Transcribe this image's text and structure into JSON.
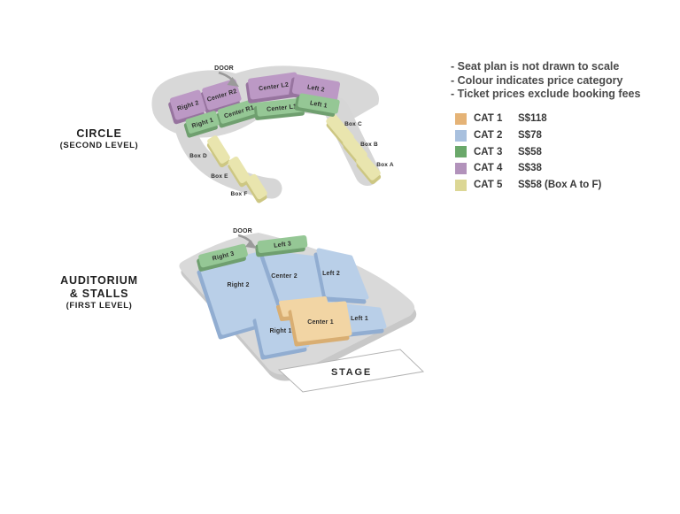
{
  "notes": {
    "line1": "- Seat plan is not drawn to scale",
    "line2": "- Colour indicates price category",
    "line3": "- Ticket prices exclude booking fees"
  },
  "legend": {
    "items": [
      {
        "label": "CAT 1",
        "price": "S$118",
        "color": "#e5b376"
      },
      {
        "label": "CAT 2",
        "price": "S$78",
        "color": "#a8c0de"
      },
      {
        "label": "CAT 3",
        "price": "S$58",
        "color": "#6aa86a"
      },
      {
        "label": "CAT 4",
        "price": "S$38",
        "color": "#b292bb"
      },
      {
        "label": "CAT 5",
        "price": "S$58 (Box A to F)",
        "color": "#dcd795"
      }
    ]
  },
  "circle": {
    "title": "CIRCLE",
    "subtitle": "(SECOND LEVEL)",
    "door": "DOOR",
    "sections": {
      "right2": "Right 2",
      "centerR2": "Center R2",
      "centerL2": "Center L2",
      "left2": "Left 2",
      "right1": "Right 1",
      "centerR1": "Center R1",
      "centerL1": "Center L1",
      "left1": "Left 1",
      "boxA": "Box A",
      "boxB": "Box B",
      "boxC": "Box C",
      "boxD": "Box D",
      "boxE": "Box E",
      "boxF": "Box F"
    }
  },
  "stalls": {
    "title1": "AUDITORIUM",
    "title2": "& STALLS",
    "subtitle": "(FIRST LEVEL)",
    "door": "DOOR",
    "stage": "STAGE",
    "sections": {
      "right3": "Right 3",
      "left3": "Left 3",
      "right2": "Right 2",
      "center2": "Center 2",
      "left2": "Left 2",
      "right1": "Right 1",
      "center1": "Center 1",
      "left1": "Left 1"
    }
  }
}
